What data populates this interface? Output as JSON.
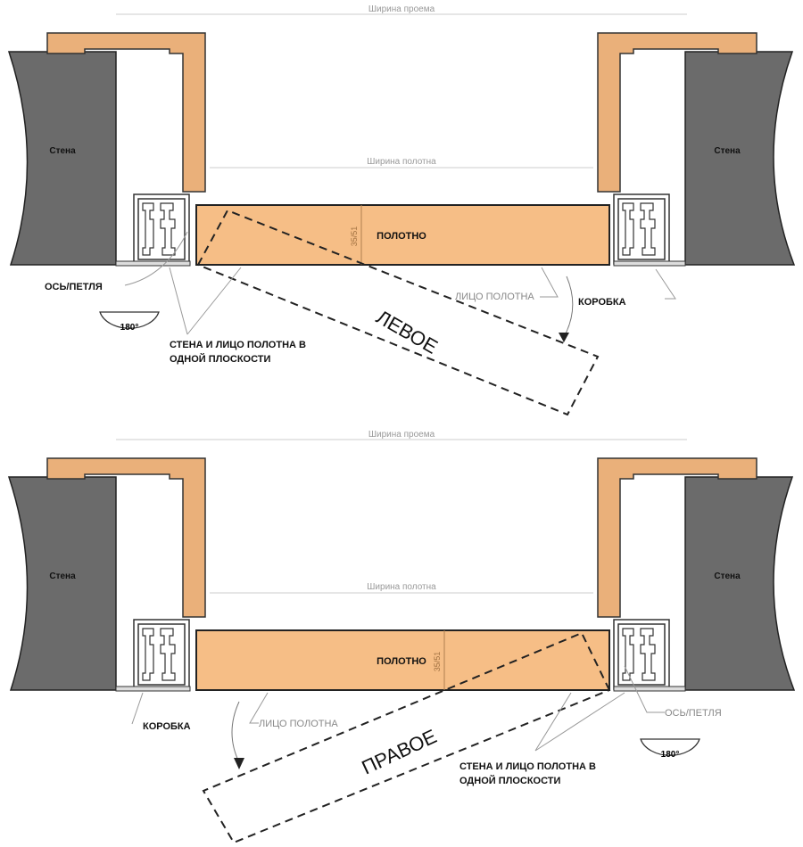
{
  "panels": [
    {
      "name": "left-opening",
      "opening_width": "Ширина проема",
      "leaf_width": "Ширина полотна",
      "wall_left": "Стена",
      "wall_right": "Стена",
      "leaf": "ПОЛОТНО",
      "thickness": "35/51",
      "axis_hinge": "ОСЬ/ПЕТЛЯ",
      "angle": "180°",
      "flush_line1": "СТЕНА И ЛИЦО ПОЛОТНА В",
      "flush_line2": "ОДНОЙ ПЛОСКОСТИ",
      "leaf_face": "ЛИЦО ПОЛОТНА",
      "frame": "КОРОБКА",
      "direction": "ЛЕВОЕ"
    },
    {
      "name": "right-opening",
      "opening_width": "Ширина проема",
      "leaf_width": "Ширина полотна",
      "wall_left": "Стена",
      "wall_right": "Стена",
      "leaf": "ПОЛОТНО",
      "thickness": "35/51",
      "axis_hinge": "ОСЬ/ПЕТЛЯ",
      "angle": "180°",
      "flush_line1": "СТЕНА И ЛИЦО ПОЛОТНА В",
      "flush_line2": "ОДНОЙ ПЛОСКОСТИ",
      "leaf_face": "ЛИЦО ПОЛОТНА",
      "frame": "КОРОБКА",
      "direction": "ПРАВОЕ"
    }
  ]
}
